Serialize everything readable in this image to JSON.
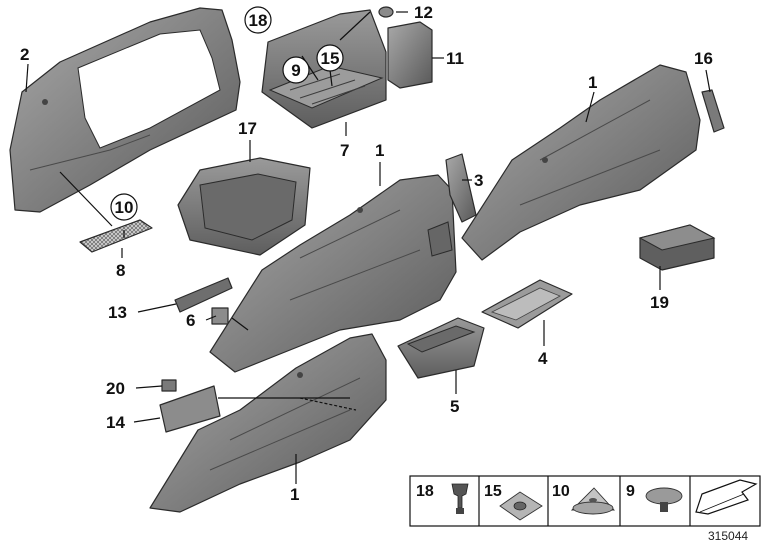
{
  "callouts": {
    "c1a": "1",
    "c1b": "1",
    "c1c": "1",
    "c2": "2",
    "c3": "3",
    "c4": "4",
    "c5": "5",
    "c6": "6",
    "c7": "7",
    "c8": "8",
    "c9": "9",
    "c10": "10",
    "c11": "11",
    "c12": "12",
    "c13": "13",
    "c14": "14",
    "c15": "15",
    "c16": "16",
    "c17": "17",
    "c18": "18",
    "c19": "19",
    "c20": "20"
  },
  "legend": {
    "items": [
      {
        "number": "18",
        "icon": "push-rivet-icon"
      },
      {
        "number": "15",
        "icon": "square-clip-icon"
      },
      {
        "number": "10",
        "icon": "spring-nut-icon"
      },
      {
        "number": "9",
        "icon": "expanding-rivet-icon"
      },
      {
        "number": "",
        "icon": "direction-arrow-icon"
      }
    ]
  },
  "diagram_id": "315044",
  "colors": {
    "part_fill": "#7d7d7d",
    "part_light": "#a9a9a9",
    "part_dark": "#585858",
    "line": "#111111",
    "background": "#ffffff"
  }
}
